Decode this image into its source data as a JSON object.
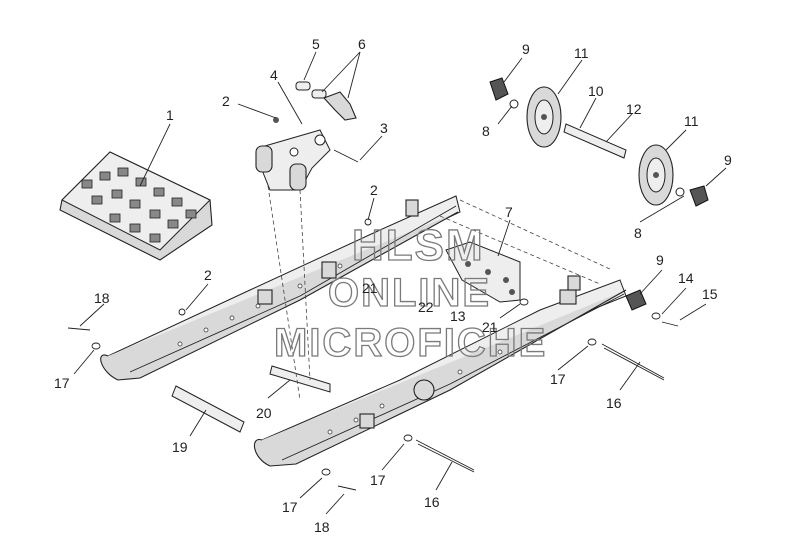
{
  "watermark": {
    "line1": "HLSM",
    "line2": "ONLINE",
    "line3": "MICROFICHE"
  },
  "callouts": [
    "1",
    "2",
    "3",
    "4",
    "5",
    "6",
    "2",
    "2",
    "7",
    "8",
    "9",
    "10",
    "11",
    "12",
    "11",
    "9",
    "8",
    "9",
    "14",
    "15",
    "13",
    "21",
    "22",
    "21",
    "18",
    "17",
    "17",
    "16",
    "20",
    "19",
    "17",
    "16",
    "17",
    "18"
  ],
  "colors": {
    "line": "#222222",
    "part_fill": "#d9d9d9",
    "watermark": "#7a7a7a"
  }
}
